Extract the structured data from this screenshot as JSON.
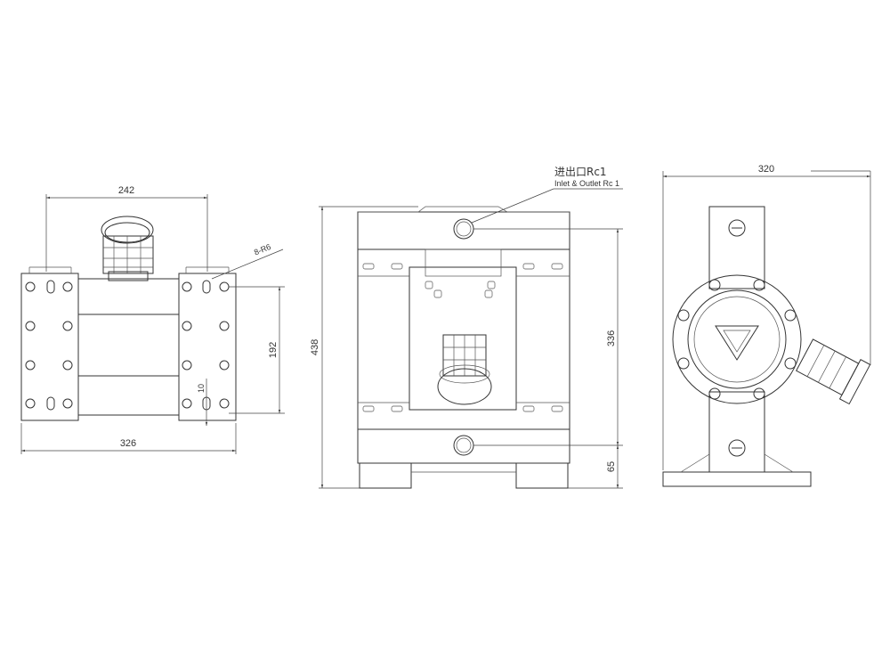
{
  "dimensions": {
    "top_width": "242",
    "bottom_width": "326",
    "hole_spacing": "192",
    "slot_size": "10",
    "holes_callout": "8-R6",
    "overall_height": "438",
    "port_spacing": "336",
    "base_height": "65",
    "side_width": "320"
  },
  "callout": {
    "cn": "进出口Rc1",
    "en": "Inlet & Outlet Rc 1"
  }
}
